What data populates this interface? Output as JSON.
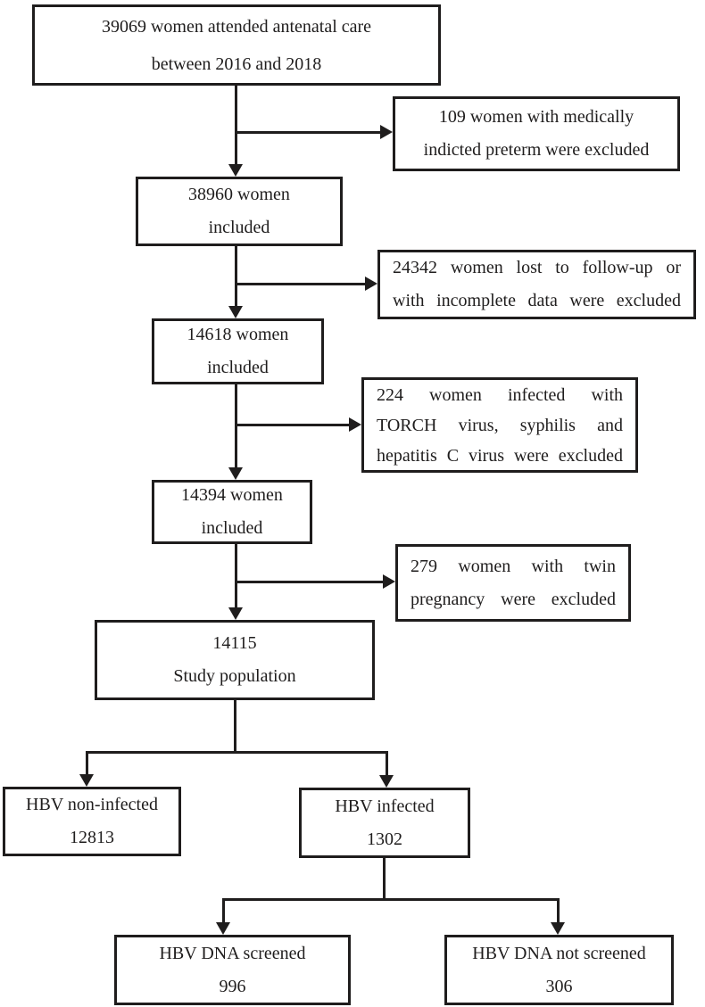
{
  "diagram": {
    "type": "study-flowchart",
    "colors": {
      "line": "#1f1d1d",
      "background": "#ffffff",
      "text": "#1f1d1d"
    },
    "boxes": {
      "attended": {
        "lines": [
          "39069 women attended antenatal care",
          "between 2016 and 2018"
        ]
      },
      "excl_preterm": {
        "lines": [
          "109 women with medically",
          "indicted preterm were excluded"
        ]
      },
      "included_38960": {
        "lines": [
          "38960 women",
          "included"
        ]
      },
      "excl_followup": {
        "lines": [
          "24342 women lost to follow-up or",
          "with incomplete data were excluded"
        ]
      },
      "included_14618": {
        "lines": [
          "14618 women",
          "included"
        ]
      },
      "excl_torch": {
        "lines": [
          "224 women infected with",
          "TORCH virus, syphilis and",
          "hepatitis C virus were excluded"
        ]
      },
      "included_14394": {
        "lines": [
          "14394 women",
          "included"
        ]
      },
      "excl_twin": {
        "lines": [
          "279 women with twin",
          "pregnancy were excluded"
        ]
      },
      "study_population": {
        "lines": [
          "14115",
          "Study population"
        ]
      },
      "hbv_non_infected": {
        "lines": [
          "HBV non-infected",
          "12813"
        ]
      },
      "hbv_infected": {
        "lines": [
          "HBV infected",
          "1302"
        ]
      },
      "dna_screened": {
        "lines": [
          "HBV DNA screened",
          "996"
        ]
      },
      "dna_not_screened": {
        "lines": [
          "HBV DNA not screened",
          "306"
        ]
      }
    }
  }
}
